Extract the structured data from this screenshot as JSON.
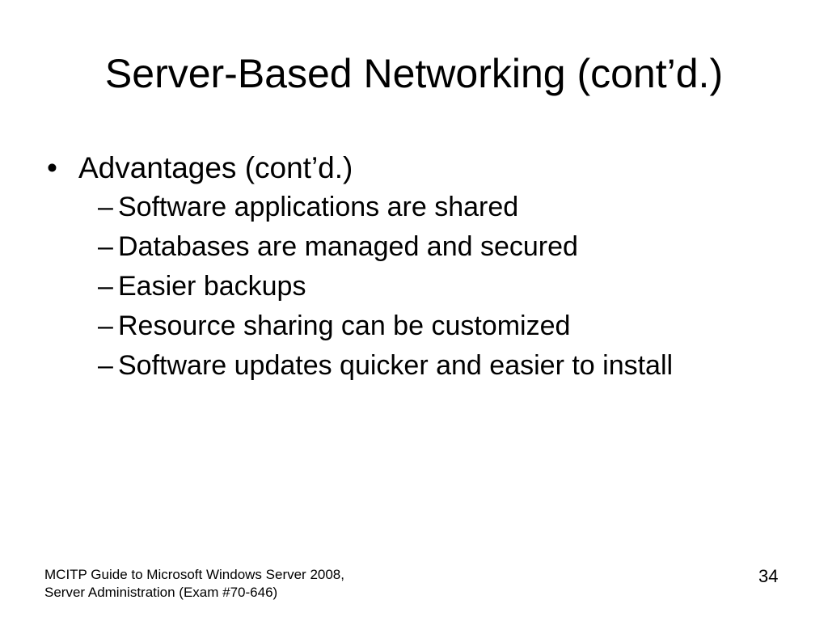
{
  "slide": {
    "title": "Server-Based Networking (cont’d.)",
    "bullet": {
      "marker": "•",
      "label": "Advantages (cont’d.)"
    },
    "sub_bullets": {
      "marker": "–",
      "items": [
        "Software applications are shared",
        "Databases are managed and secured",
        "Easier backups",
        "Resource sharing can be customized",
        "Software updates quicker and easier to install"
      ]
    },
    "footer": {
      "line1": "MCITP Guide to Microsoft Windows Server 2008,",
      "line2": "Server Administration (Exam #70-646)"
    },
    "page_number": "34",
    "colors": {
      "background": "#ffffff",
      "text": "#000000"
    }
  }
}
